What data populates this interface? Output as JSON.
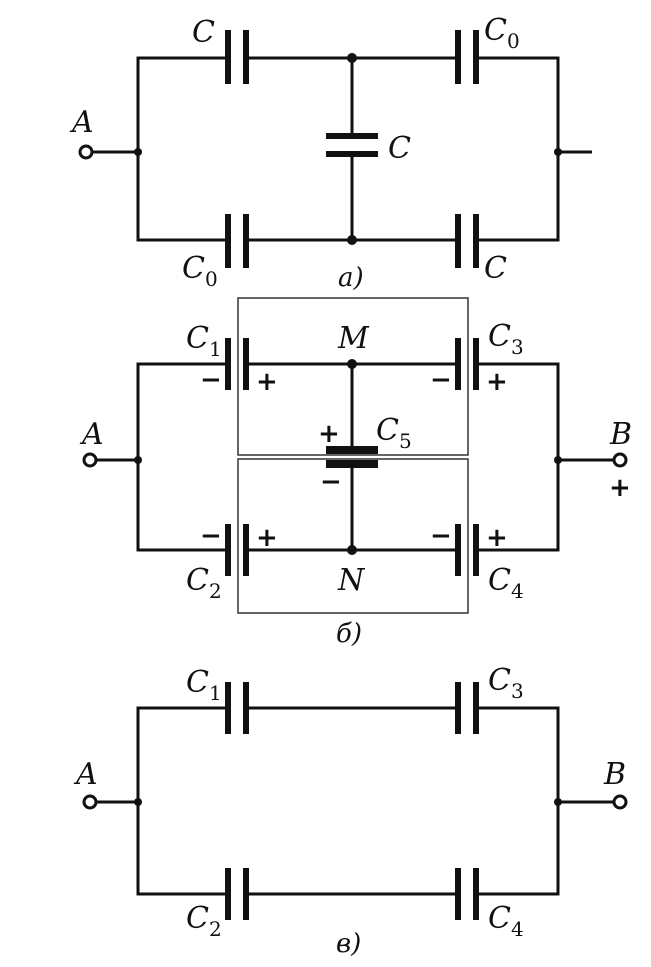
{
  "diagram_a": {
    "caption": "a)",
    "terminal_left": "A",
    "top_left_cap": {
      "name": "C",
      "sub": ""
    },
    "top_right_cap": {
      "name": "C",
      "sub": "0"
    },
    "bottom_left_cap": {
      "name": "C",
      "sub": "0"
    },
    "bottom_right_cap": {
      "name": "C",
      "sub": ""
    },
    "middle_cap": {
      "name": "C",
      "sub": ""
    }
  },
  "diagram_b": {
    "caption": "б)",
    "terminal_left": "A",
    "terminal_right": "B",
    "terminal_right_sign": "+",
    "node_top": "M",
    "node_bottom": "N",
    "c1": {
      "name": "C",
      "sub": "1"
    },
    "c2": {
      "name": "C",
      "sub": "2"
    },
    "c3": {
      "name": "C",
      "sub": "3"
    },
    "c4": {
      "name": "C",
      "sub": "4"
    },
    "c5": {
      "name": "C",
      "sub": "5"
    },
    "minus": "−",
    "plus": "+"
  },
  "diagram_c": {
    "caption": "в)",
    "terminal_left": "A",
    "terminal_right": "B",
    "c1": {
      "name": "C",
      "sub": "1"
    },
    "c2": {
      "name": "C",
      "sub": "2"
    },
    "c3": {
      "name": "C",
      "sub": "3"
    },
    "c4": {
      "name": "C",
      "sub": "4"
    }
  }
}
